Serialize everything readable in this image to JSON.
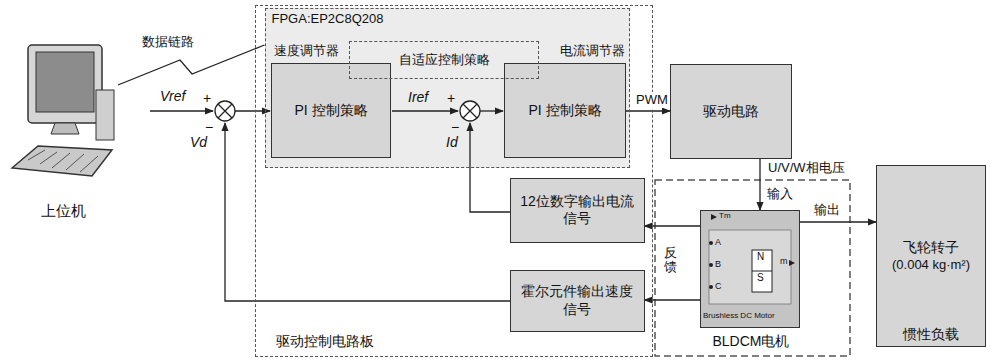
{
  "diagram": {
    "nodes": [
      {
        "text": [
          "上位机"
        ]
      },
      {
        "text": [
          "驱动控制电路板"
        ]
      },
      {
        "text": [
          "FPGA:EP2C8Q208"
        ],
        "in": 1
      },
      {
        "text": [
          "自适应控制策略"
        ],
        "in": 2
      },
      {
        "text": [
          "速度调节器",
          "PI 控制策略"
        ],
        "in": 2
      },
      {
        "text": [
          "电流调节器",
          "PI 控制策略"
        ],
        "in": 2
      },
      {
        "text": [
          "12位数字输出电流信号"
        ],
        "in": 1
      },
      {
        "text": [
          "霍尔元件输出速度信号"
        ],
        "in": 1
      },
      {
        "text": [
          "驱动电路"
        ]
      },
      {
        "text": [
          "BLDCM电机"
        ]
      },
      {
        "text": [
          "飞轮转子",
          "(0.004 kg·m²)",
          "惯性负载"
        ]
      }
    ],
    "edges": [
      {
        "from": 0,
        "to": 2,
        "label": "数据链路",
        "arrow": "none"
      },
      {
        "from": 5,
        "to": 8,
        "label": "PWM",
        "arrow": "to"
      },
      {
        "from": 8,
        "to": 9,
        "label": "U/V/W相电压",
        "arrow": "to"
      },
      {
        "from": 9,
        "to": 6,
        "arrow": "to"
      },
      {
        "from": 9,
        "to": 7,
        "arrow": "to"
      },
      {
        "from": 9,
        "to": 10,
        "label": "输出",
        "arrow": "to"
      }
    ],
    "labels": [
      "Vref",
      "+",
      "−",
      "Vd",
      "Iref",
      "+",
      "−",
      "Id",
      "输入",
      "反馈",
      "Tm",
      "A",
      "B",
      "C",
      "m",
      "N",
      "S",
      "Brushless DC Motor"
    ]
  }
}
